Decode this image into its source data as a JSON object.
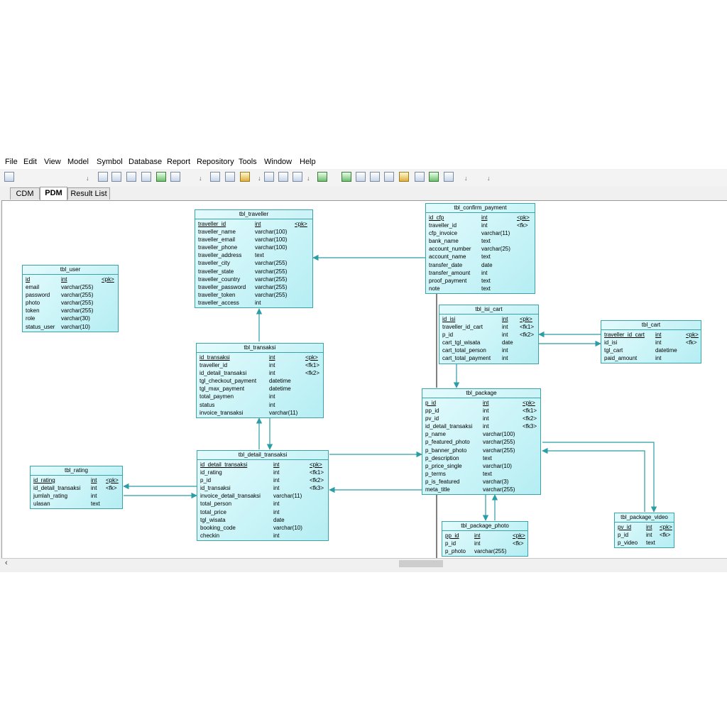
{
  "menu": [
    "File",
    "Edit",
    "View",
    "Model",
    "Symbol",
    "Database",
    "Report",
    "Repository",
    "Tools",
    "Window",
    "Help"
  ],
  "toolbar_separators": [
    "↓",
    "↓",
    "↓",
    "↓",
    "↓",
    "↓"
  ],
  "tabs": [
    "CDM",
    "PDM",
    "Result List"
  ],
  "active_tab": "PDM",
  "scroll_left_arrow": "‹",
  "tables": [
    {
      "name": "tbl_user",
      "cols": [
        [
          "id",
          "int",
          "<pk>"
        ],
        [
          "email",
          "varchar(255)",
          ""
        ],
        [
          "password",
          "varchar(255)",
          ""
        ],
        [
          "photo",
          "varchar(255)",
          ""
        ],
        [
          "token",
          "varchar(255)",
          ""
        ],
        [
          "role",
          "varchar(30)",
          ""
        ],
        [
          "status_user",
          "varchar(10)",
          ""
        ]
      ]
    },
    {
      "name": "tbl_traveller",
      "cols": [
        [
          "traveller_id",
          "int",
          "<pk>"
        ],
        [
          "traveller_name",
          "varchar(100)",
          ""
        ],
        [
          "traveller_email",
          "varchar(100)",
          ""
        ],
        [
          "traveller_phone",
          "varchar(100)",
          ""
        ],
        [
          "traveller_address",
          "text",
          ""
        ],
        [
          "traveller_city",
          "varchar(255)",
          ""
        ],
        [
          "traveller_state",
          "varchar(255)",
          ""
        ],
        [
          "traveller_country",
          "varchar(255)",
          ""
        ],
        [
          "traveller_password",
          "varchar(255)",
          ""
        ],
        [
          "traveller_token",
          "varchar(255)",
          ""
        ],
        [
          "traveller_access",
          "int",
          ""
        ]
      ]
    },
    {
      "name": "tbl_confirm_payment",
      "cols": [
        [
          "id_cfp",
          "int",
          "<pk>"
        ],
        [
          "traveller_id",
          "int",
          "<fk>"
        ],
        [
          "cfp_invoice",
          "varchar(11)",
          ""
        ],
        [
          "bank_name",
          "text",
          ""
        ],
        [
          "account_number",
          "varchar(25)",
          ""
        ],
        [
          "account_name",
          "text",
          ""
        ],
        [
          "transfer_date",
          "date",
          ""
        ],
        [
          "transfer_amount",
          "int",
          ""
        ],
        [
          "proof_payment",
          "text",
          ""
        ],
        [
          "note",
          "text",
          ""
        ]
      ]
    },
    {
      "name": "tbl_isi_cart",
      "cols": [
        [
          "id_isi",
          "int",
          "<pk>"
        ],
        [
          "traveller_id_cart",
          "int",
          "<fk1>"
        ],
        [
          "p_id",
          "int",
          "<fk2>"
        ],
        [
          "cart_tgl_wisata",
          "date",
          ""
        ],
        [
          "cart_total_person",
          "int",
          ""
        ],
        [
          "cart_total_payment",
          "int",
          ""
        ]
      ]
    },
    {
      "name": "tbl_cart",
      "cols": [
        [
          "traveller_id_cart",
          "int",
          "<pk>"
        ],
        [
          "id_isi",
          "int",
          "<fk>"
        ],
        [
          "tgl_cart",
          "datetime",
          ""
        ],
        [
          "paid_amount",
          "int",
          ""
        ]
      ]
    },
    {
      "name": "tbl_transaksi",
      "cols": [
        [
          "id_transaksi",
          "int",
          "<pk>"
        ],
        [
          "traveller_id",
          "int",
          "<fk1>"
        ],
        [
          "id_detail_transaksi",
          "int",
          "<fk2>"
        ],
        [
          "tgl_checkout_payment",
          "datetime",
          ""
        ],
        [
          "tgl_max_payment",
          "datetime",
          ""
        ],
        [
          "total_paymen",
          "int",
          ""
        ],
        [
          "status",
          "int",
          ""
        ],
        [
          "invoice_transaksi",
          "varchar(11)",
          ""
        ]
      ]
    },
    {
      "name": "tbl_package",
      "cols": [
        [
          "p_id",
          "int",
          "<pk>"
        ],
        [
          "pp_id",
          "int",
          "<fk1>"
        ],
        [
          "pv_id",
          "int",
          "<fk2>"
        ],
        [
          "id_detail_transaksi",
          "int",
          "<fk3>"
        ],
        [
          "p_name",
          "varchar(100)",
          ""
        ],
        [
          "p_featured_photo",
          "varchar(255)",
          ""
        ],
        [
          "p_banner_photo",
          "varchar(255)",
          ""
        ],
        [
          "p_description",
          "text",
          ""
        ],
        [
          "p_price_single",
          "varchar(10)",
          ""
        ],
        [
          "p_terms",
          "text",
          ""
        ],
        [
          "p_is_featured",
          "varchar(3)",
          ""
        ],
        [
          "meta_title",
          "varchar(255)",
          ""
        ]
      ]
    },
    {
      "name": "tbl_rating",
      "cols": [
        [
          "id_rating",
          "int",
          "<pk>"
        ],
        [
          "id_detail_transaksi",
          "int",
          "<fk>"
        ],
        [
          "jumlah_rating",
          "int",
          ""
        ],
        [
          "ulasan",
          "text",
          ""
        ]
      ]
    },
    {
      "name": "tbl_detail_transaksi",
      "cols": [
        [
          "id_detail_transaksi",
          "int",
          "<pk>"
        ],
        [
          "id_rating",
          "int",
          "<fk1>"
        ],
        [
          "p_id",
          "int",
          "<fk2>"
        ],
        [
          "id_transaksi",
          "int",
          "<fk3>"
        ],
        [
          "invoice_detail_transaksi",
          "varchar(11)",
          ""
        ],
        [
          "total_person",
          "int",
          ""
        ],
        [
          "total_price",
          "int",
          ""
        ],
        [
          "tgl_wisata",
          "date",
          ""
        ],
        [
          "booking_code",
          "varchar(10)",
          ""
        ],
        [
          "checkin",
          "int",
          ""
        ]
      ]
    },
    {
      "name": "tbl_package_photo",
      "cols": [
        [
          "pp_id",
          "int",
          "<pk>"
        ],
        [
          "p_id",
          "int",
          "<fk>"
        ],
        [
          "p_photo",
          "varchar(255)",
          ""
        ]
      ]
    },
    {
      "name": "tbl_package_video",
      "cols": [
        [
          "pv_id",
          "int",
          "<pk>"
        ],
        [
          "p_id",
          "int",
          "<fk>"
        ],
        [
          "p_video",
          "text",
          ""
        ]
      ]
    }
  ],
  "colors": {
    "table_fill": "#c3f3f6",
    "table_border": "#3aa3a8",
    "link": "#2a9da5"
  }
}
